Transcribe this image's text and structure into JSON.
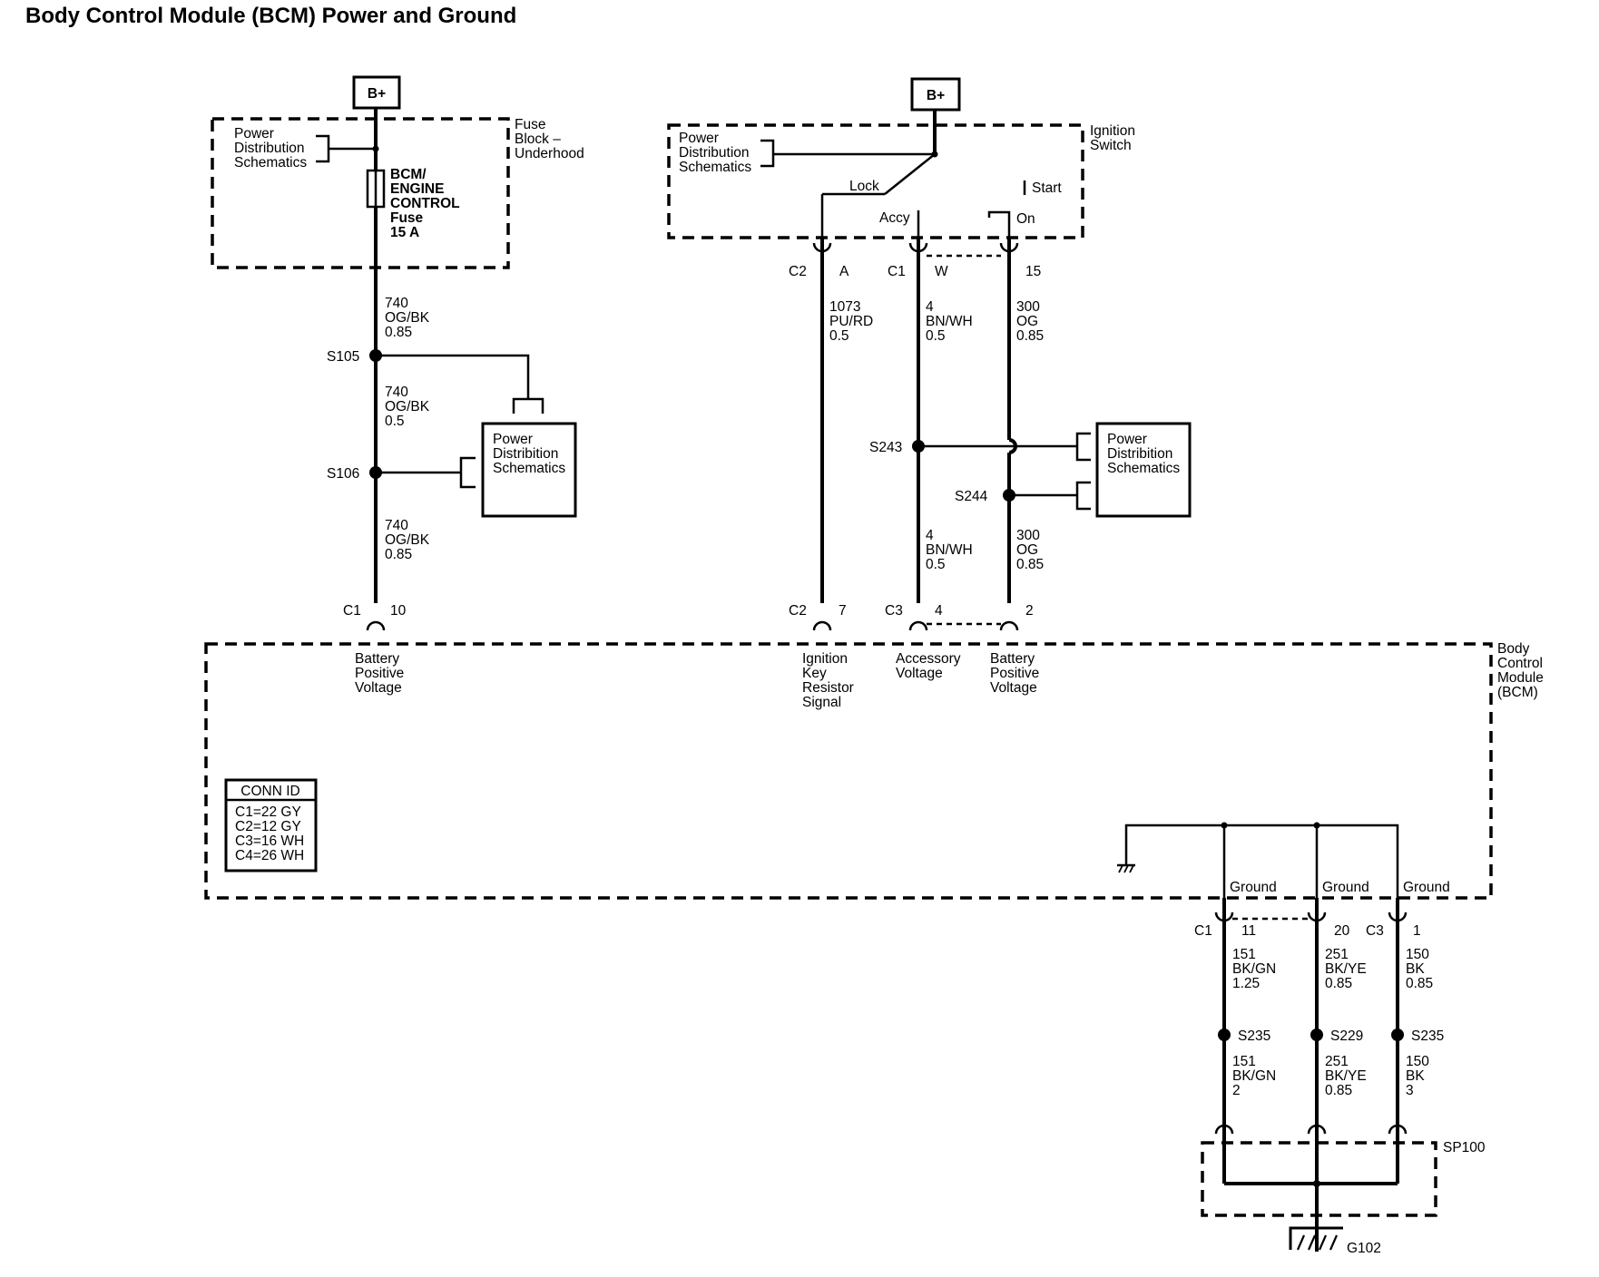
{
  "title": "Body Control Module (BCM) Power and Ground",
  "power_source": "B+",
  "fuse_block": {
    "label_lines": [
      "Fuse",
      "Block –",
      "Underhood"
    ],
    "pds_lines": [
      "Power",
      "Distribution",
      "Schematics"
    ],
    "fuse_lines": [
      "BCM/",
      "ENGINE",
      "CONTROL",
      "Fuse",
      "15 A"
    ]
  },
  "ignition_switch": {
    "label_lines": [
      "Ignition",
      "Switch"
    ],
    "pds_lines": [
      "Power",
      "Distribution",
      "Schematics"
    ],
    "positions": {
      "lock": "Lock",
      "accy": "Accy",
      "start": "Start",
      "on": "On"
    }
  },
  "pds_box_left": [
    "Power",
    "Distribition",
    "Schematics"
  ],
  "pds_box_right": [
    "Power",
    "Distribition",
    "Schematics"
  ],
  "bcm_module": {
    "label_lines": [
      "Body",
      "Control",
      "Module",
      "(BCM)"
    ],
    "conn_id": {
      "title": "CONN ID",
      "lines": [
        "C1=22 GY",
        "C2=12 GY",
        "C3=16 WH",
        "C4=26 WH"
      ]
    }
  },
  "splices": {
    "s105": "S105",
    "s106": "S106",
    "s243": "S243",
    "s244": "S244",
    "s235a": "S235",
    "s229": "S229",
    "s235b": "S235"
  },
  "wires": {
    "w740_top": [
      "740",
      "OG/BK",
      "0.85"
    ],
    "w740_mid": [
      "740",
      "OG/BK",
      "0.5"
    ],
    "w740_bot": [
      "740",
      "OG/BK",
      "0.85"
    ],
    "w1073": [
      "1073",
      "PU/RD",
      "0.5"
    ],
    "w4_top": [
      "4",
      "BN/WH",
      "0.5"
    ],
    "w300_top": [
      "300",
      "OG",
      "0.85"
    ],
    "w4_bot": [
      "4",
      "BN/WH",
      "0.5"
    ],
    "w300_bot": [
      "300",
      "OG",
      "0.85"
    ],
    "w151_top": [
      "151",
      "BK/GN",
      "1.25"
    ],
    "w251_top": [
      "251",
      "BK/YE",
      "0.85"
    ],
    "w150_top": [
      "150",
      "BK",
      "0.85"
    ],
    "w151_bot": [
      "151",
      "BK/GN",
      "2"
    ],
    "w251_bot": [
      "251",
      "BK/YE",
      "0.85"
    ],
    "w150_bot": [
      "150",
      "BK",
      "3"
    ]
  },
  "connectors": {
    "ign_lock": {
      "conn": "C2",
      "pin": "A"
    },
    "ign_accy": {
      "conn": "C1",
      "pin": "W"
    },
    "ign_on": {
      "pin": "15"
    },
    "bcm_batt1": {
      "conn": "C1",
      "pin": "10"
    },
    "bcm_key": {
      "conn": "C2",
      "pin": "7"
    },
    "bcm_acc": {
      "conn": "C3",
      "pin": "4"
    },
    "bcm_batt2": {
      "pin": "2"
    },
    "bcm_gnd1": {
      "conn": "C1",
      "pin": "11"
    },
    "bcm_gnd2": {
      "pin": "20"
    },
    "bcm_gnd3": {
      "conn": "C3",
      "pin": "1"
    }
  },
  "bcm_signals": {
    "batt1": [
      "Battery",
      "Positive",
      "Voltage"
    ],
    "key": [
      "Ignition",
      "Key",
      "Resistor",
      "Signal"
    ],
    "acc": [
      "Accessory",
      "Voltage"
    ],
    "batt2": [
      "Battery",
      "Positive",
      "Voltage"
    ],
    "gnd1": "Ground",
    "gnd2": "Ground",
    "gnd3": "Ground"
  },
  "sp100": "SP100",
  "g102": "G102"
}
